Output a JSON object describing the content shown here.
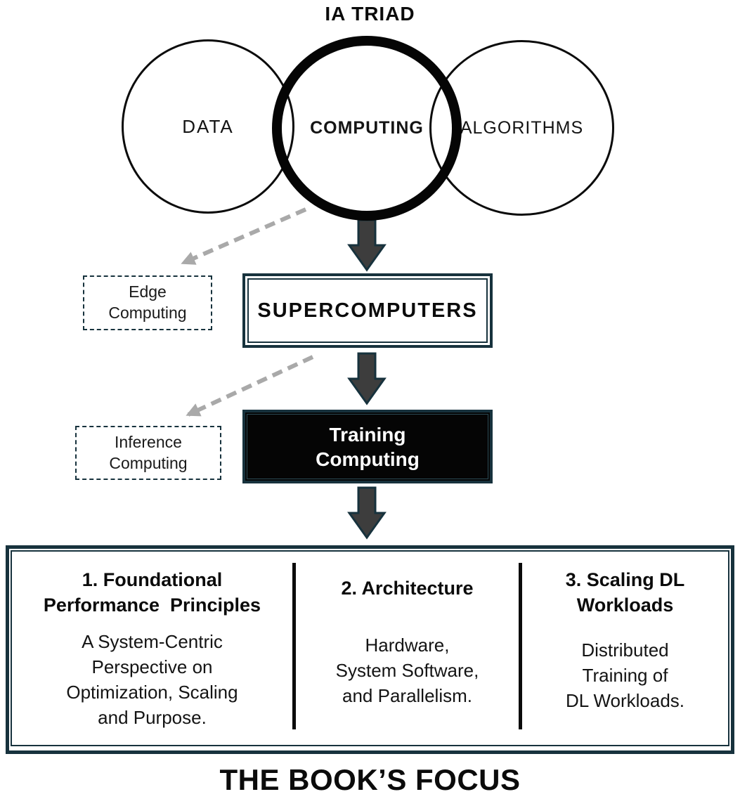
{
  "colors": {
    "accent_dark": "#17323d",
    "arrow_fill": "#3d3d3d",
    "dashed_arrow_gray": "#a9a9a9",
    "box_black": "#050505"
  },
  "header": {
    "title": "IA TRIAD"
  },
  "venn": {
    "data_label": "DATA",
    "computing_label": "COMPUTING",
    "algorithms_label": "ALGORITHMS"
  },
  "branches": {
    "edge": "Edge\nComputing",
    "inference": "Inference\nComputing"
  },
  "flow": {
    "supercomputers": "SUPERCOMPUTERS",
    "training": "Training\nComputing"
  },
  "focus": {
    "columns": [
      {
        "heading": "1. Foundational\nPerformance  Principles",
        "body": "A System-Centric\nPerspective on\nOptimization, Scaling\nand Purpose."
      },
      {
        "heading": "2. Architecture",
        "body": "Hardware,\nSystem Software,\nand Parallelism."
      },
      {
        "heading": "3. Scaling DL\nWorkloads",
        "body": "Distributed\nTraining of\nDL Workloads."
      }
    ],
    "caption": "THE BOOK’S FOCUS"
  }
}
